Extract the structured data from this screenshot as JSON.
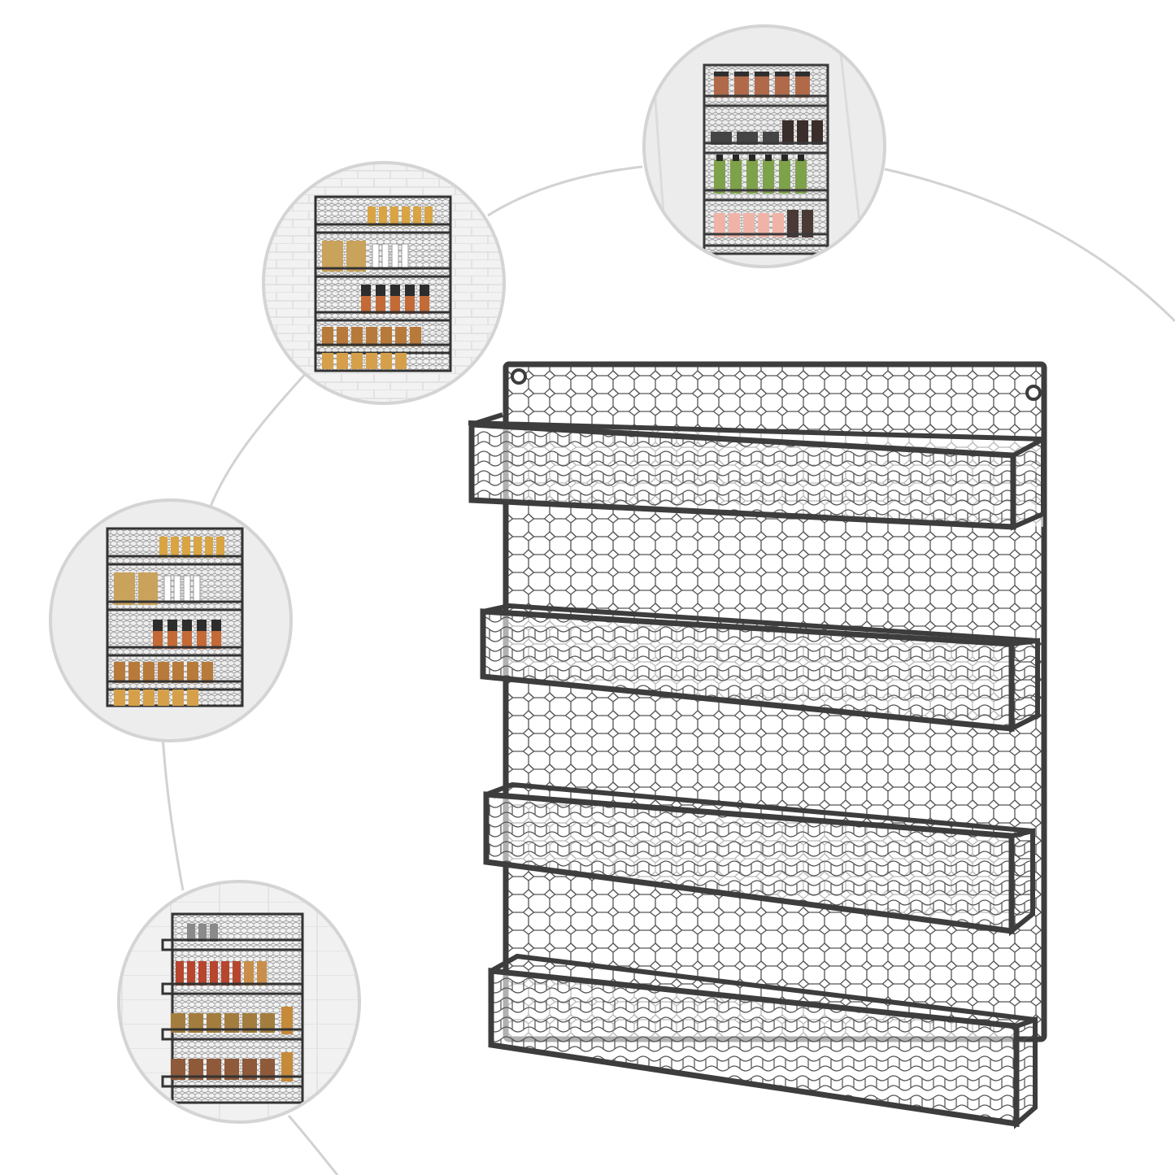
{
  "image": {
    "subject": "wall-mounted-wire-spice-rack",
    "tiers": 4,
    "rack_color": "#3d3d3d",
    "mesh_color": "#4a4a4a",
    "arc_color": "#d2d2d2",
    "circle_border_color": "#d4d4d4",
    "circle_bg_color": "#f0f0f0"
  },
  "thumbnails": [
    {
      "name": "thumb-top-right",
      "scene": "bathroom",
      "tiers": 4
    },
    {
      "name": "thumb-upper-left",
      "scene": "brick-wall-spices",
      "tiers": 4
    },
    {
      "name": "thumb-middle-left",
      "scene": "spices-plain",
      "tiers": 4
    },
    {
      "name": "thumb-bottom-left",
      "scene": "tile-wall-sauces",
      "tiers": 4
    }
  ]
}
